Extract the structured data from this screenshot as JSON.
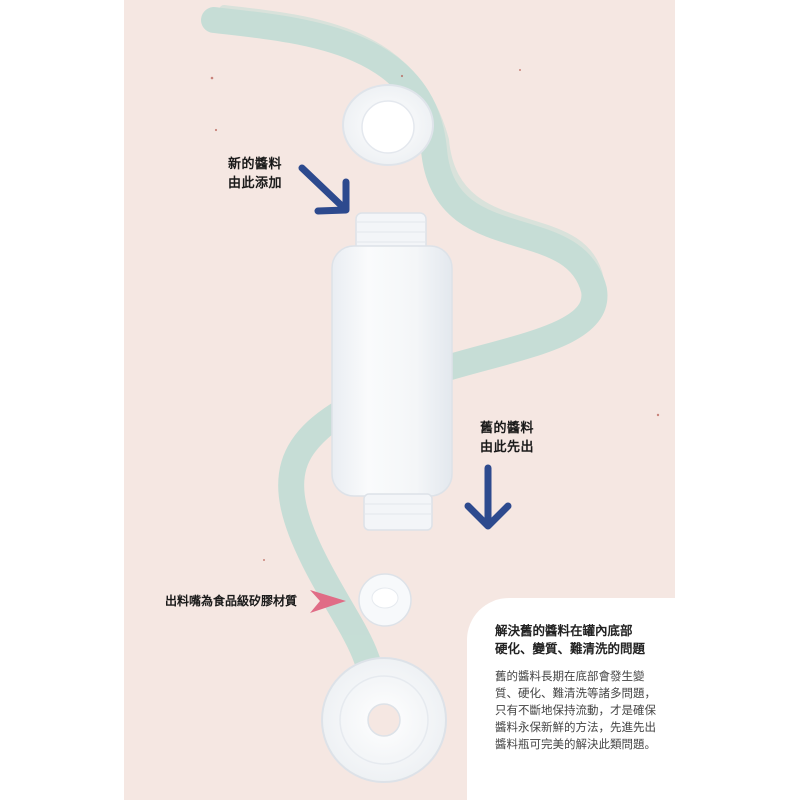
{
  "colors": {
    "background": "#f5e7e2",
    "swirl": "#8fd3c8",
    "arrow_blue": "#2d4a8e",
    "arrow_pink": "#e06c86",
    "info_bg": "#ffffff"
  },
  "annotations": {
    "new_sauce": {
      "line1": "新的醬料",
      "line2": "由此添加"
    },
    "old_sauce": {
      "line1": "舊的醬料",
      "line2": "由此先出"
    },
    "spout": "出料嘴為食品級矽膠材質"
  },
  "info": {
    "title_line1": "解決舊的醬料在罐內底部",
    "title_line2": "硬化、變質、難清洗的問題",
    "body": "舊的醬料長期在底部會發生變質、硬化、難清洗等諸多問題，只有不斷地保持流動，才是確保醬料永保新鮮的方法，先進先出醬料瓶可完美的解決此類問題。"
  },
  "icons": {
    "down_arrow": "arrow-down-icon",
    "diagonal_arrow": "arrow-down-right-icon",
    "right_arrow": "arrow-right-icon"
  }
}
